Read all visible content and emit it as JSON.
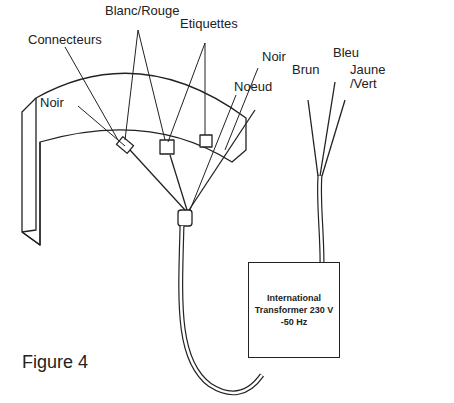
{
  "diagram": {
    "caption": "Figure 4",
    "nodes": [
      {
        "text": [
          "International Transformer 230 V -50 Hz"
        ]
      }
    ],
    "labels": [
      "Connecteurs",
      "Blanc/Rouge",
      "Etiquettes",
      "Noir",
      "Noir",
      "Noeud",
      "Brun",
      "Bleu",
      "Jaune /Vert"
    ]
  }
}
